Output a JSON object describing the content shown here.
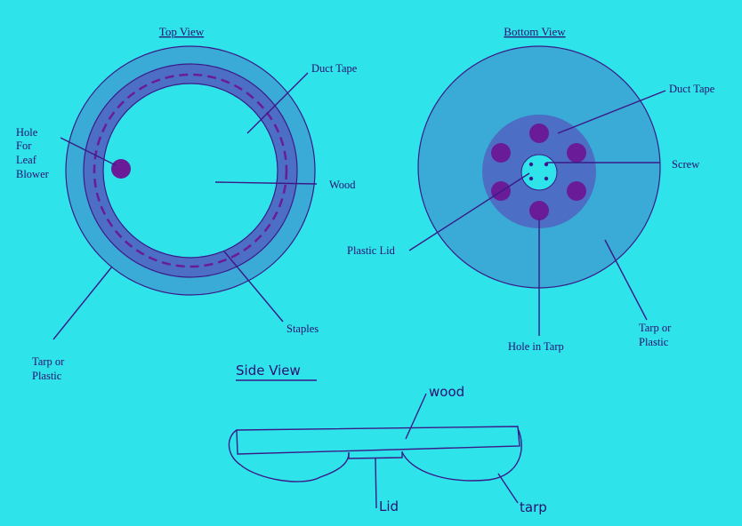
{
  "top_view": {
    "title": "Top View",
    "labels": {
      "duct_tape": "Duct Tape",
      "hole": [
        "Hole",
        "For",
        "Leaf",
        "Blower"
      ],
      "wood": "Wood",
      "staples": "Staples",
      "tarp": [
        "Tarp or",
        "Plastic"
      ]
    }
  },
  "bottom_view": {
    "title": "Bottom View",
    "labels": {
      "duct_tape": "Duct Tape",
      "screw": "Screw",
      "plastic_lid": "Plastic Lid",
      "hole_in_tarp": "Hole in Tarp",
      "tarp": [
        "Tarp or",
        "Plastic"
      ]
    }
  },
  "side_view": {
    "title": "Side View",
    "labels": {
      "wood": "wood",
      "lid": "Lid",
      "tarp": "tarp"
    }
  },
  "colors": {
    "background": "#2ee4ea",
    "tarp": "#3aaad6",
    "duct_tape": "#4c6ec4",
    "hole": "#6a1c98",
    "line": "#3a1a88"
  }
}
